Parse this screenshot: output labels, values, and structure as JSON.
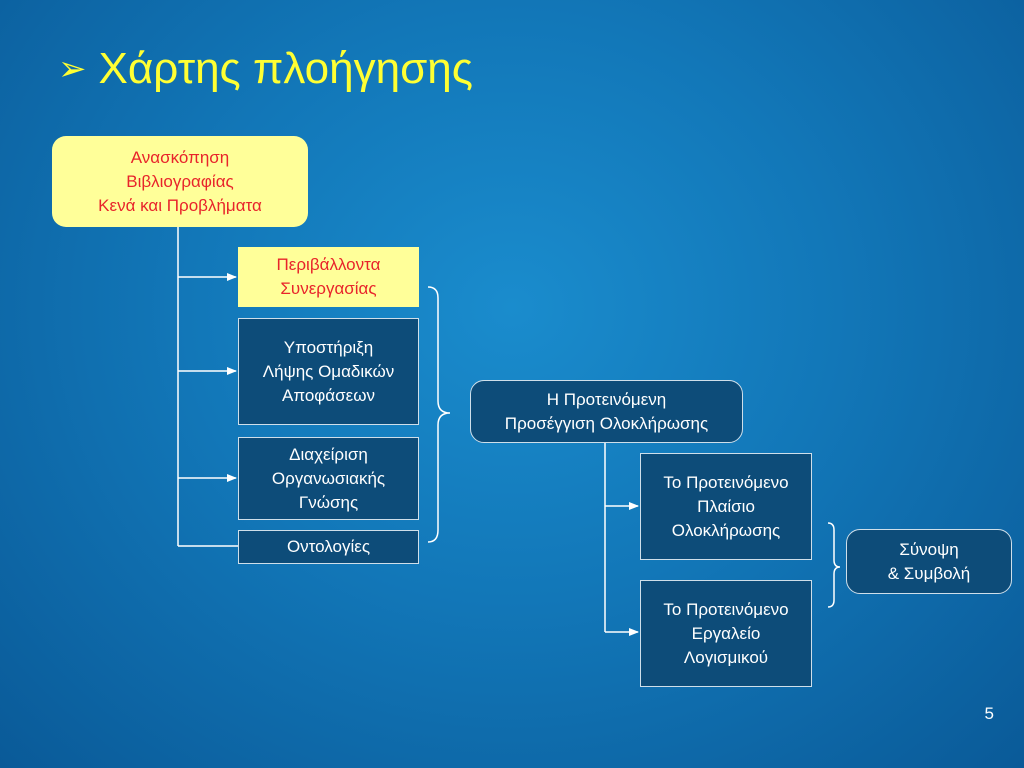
{
  "slide": {
    "title": "Χάρτης πλοήγησης",
    "title_bullet": "➢",
    "page_number": "5"
  },
  "nodes": {
    "literature_review": [
      "Ανασκόπηση",
      "Βιβλιογραφίας",
      "Κενά και Προβλήματα"
    ],
    "collaboration_environments": [
      "Περιβάλλοντα",
      "Συνεργασίας"
    ],
    "group_decision_support": [
      "Υποστήριξη",
      "Λήψης Ομαδικών",
      "Αποφάσεων"
    ],
    "knowledge_management": [
      "Διαχείριση",
      "Οργανωσιακής",
      "Γνώσης"
    ],
    "ontologies": [
      "Οντολογίες"
    ],
    "proposed_approach": [
      "Η Προτεινόμενη",
      "Προσέγγιση Ολοκλήρωσης"
    ],
    "proposed_framework": [
      "Το Προτεινόμενο",
      "Πλαίσιο",
      "Ολοκλήρωσης"
    ],
    "proposed_tool": [
      "Το Προτεινόμενο",
      "Εργαλείο",
      "Λογισμικού"
    ],
    "summary": [
      "Σύνοψη",
      "& Συμβολή"
    ]
  },
  "colors": {
    "title": "#ffff33",
    "highlight_box": "#ffff99",
    "highlight_text": "#e8242b",
    "dark_box": "#0d4c79",
    "background": "#1277b8"
  }
}
